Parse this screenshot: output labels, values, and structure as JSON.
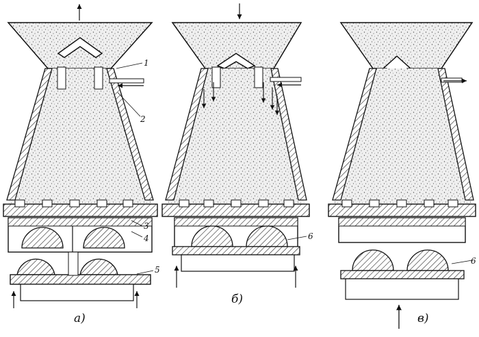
{
  "figure": {
    "panels": [
      {
        "caption": "а)",
        "callouts": [
          "1",
          "2",
          "3",
          "4",
          "5"
        ]
      },
      {
        "caption": "б)",
        "callouts": [
          "6"
        ]
      },
      {
        "caption": "в)",
        "callouts": [
          "6"
        ]
      }
    ]
  },
  "style": {
    "ink": "#151515",
    "sand": "#e6e6e6",
    "paper": "#ffffff"
  }
}
